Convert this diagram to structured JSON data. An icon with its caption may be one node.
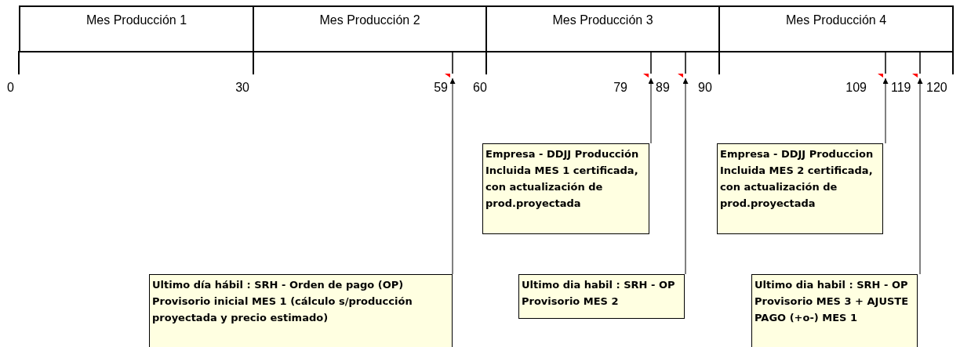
{
  "diagram": {
    "nodes": [
      {
        "text": [
          "Mes Producción 1"
        ]
      },
      {
        "text": [
          "Mes Producción 2"
        ]
      },
      {
        "text": [
          "Mes Producción 3"
        ]
      },
      {
        "text": [
          "Mes Producción 4"
        ]
      },
      {
        "text": [],
        "shape": "triangle"
      },
      {
        "text": [],
        "shape": "triangle"
      },
      {
        "text": [],
        "shape": "triangle"
      },
      {
        "text": [],
        "shape": "triangle"
      },
      {
        "text": [],
        "shape": "triangle"
      },
      {
        "text": [
          "Empresa - DDJJ Producción Incluida MES 1 certificada, con actualización de prod.proyectada"
        ]
      },
      {
        "text": [
          "Empresa - DDJJ Produccion Incluida MES 2 certificada, con actualización de prod.proyectada"
        ]
      },
      {
        "text": [
          "Ultimo día hábil : SRH - Orden de pago (OP) Provisorio inicial MES 1 (cálculo s/producción proyectada y precio estimado)"
        ]
      },
      {
        "text": [
          "Ultimo dia habil : SRH - OP Provisorio MES 2"
        ]
      },
      {
        "text": [
          "Ultimo dia habil : SRH - OP Provisorio MES 3 + AJUSTE PAGO (+o-) MES 1"
        ]
      }
    ],
    "edges": [
      {
        "from": 9,
        "to": 5,
        "arrow": "to"
      },
      {
        "from": 10,
        "to": 7,
        "arrow": "to"
      },
      {
        "from": 11,
        "to": 4,
        "arrow": "to"
      },
      {
        "from": 12,
        "to": 6,
        "arrow": "to"
      },
      {
        "from": 13,
        "to": 8,
        "arrow": "to"
      }
    ],
    "labels": [
      "0",
      "30",
      "59",
      "60",
      "79",
      "89",
      "90",
      "109",
      "119",
      "120"
    ]
  }
}
